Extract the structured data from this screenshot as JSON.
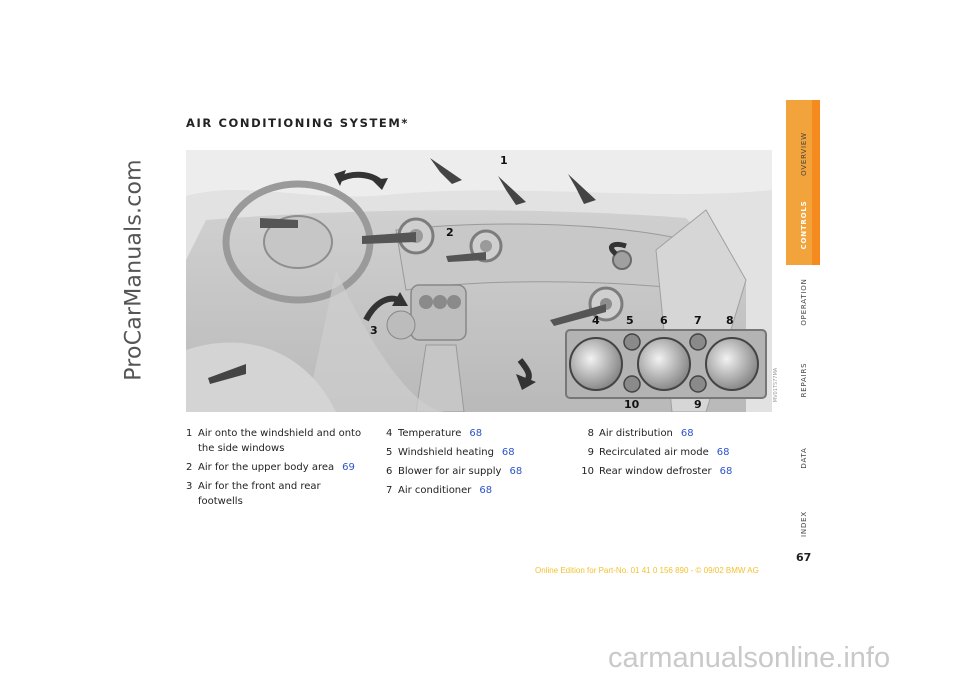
{
  "watermark_left": "ProCarManuals.com",
  "section_title": "AIR CONDITIONING SYSTEM*",
  "figure": {
    "code": "MV01TS77MA",
    "callouts": [
      "1",
      "2",
      "3",
      "4",
      "5",
      "6",
      "7",
      "8",
      "9",
      "10"
    ]
  },
  "legend": {
    "col1": [
      {
        "num": "1",
        "text": "Air onto the windshield and onto the side windows",
        "page": ""
      },
      {
        "num": "2",
        "text": "Air for the upper body area",
        "page": "69"
      },
      {
        "num": "3",
        "text": "Air for the front and rear footwells",
        "page": ""
      }
    ],
    "col2": [
      {
        "num": "4",
        "text": "Temperature",
        "page": "68"
      },
      {
        "num": "5",
        "text": "Windshield heating",
        "page": "68"
      },
      {
        "num": "6",
        "text": "Blower for air supply",
        "page": "68"
      },
      {
        "num": "7",
        "text": "Air conditioner",
        "page": "68"
      }
    ],
    "col3": [
      {
        "num": "8",
        "text": "Air distribution",
        "page": "68"
      },
      {
        "num": "9",
        "text": "Recirculated air mode",
        "page": "68"
      },
      {
        "num": "10",
        "text": "Rear window defroster",
        "page": "68"
      }
    ]
  },
  "tabs": [
    "OVERVIEW",
    "CONTROLS",
    "OPERATION",
    "REPAIRS",
    "DATA",
    "INDEX"
  ],
  "active_tab": "CONTROLS",
  "colors": {
    "tab_active": "#f3a33b",
    "link": "#2b53c9",
    "footer": "#f2c230"
  },
  "page_number": "67",
  "footer": "Online Edition for Part-No. 01 41 0 156 890 - © 09/02 BMW AG",
  "bottom_watermark": "carmanualsonline.info"
}
